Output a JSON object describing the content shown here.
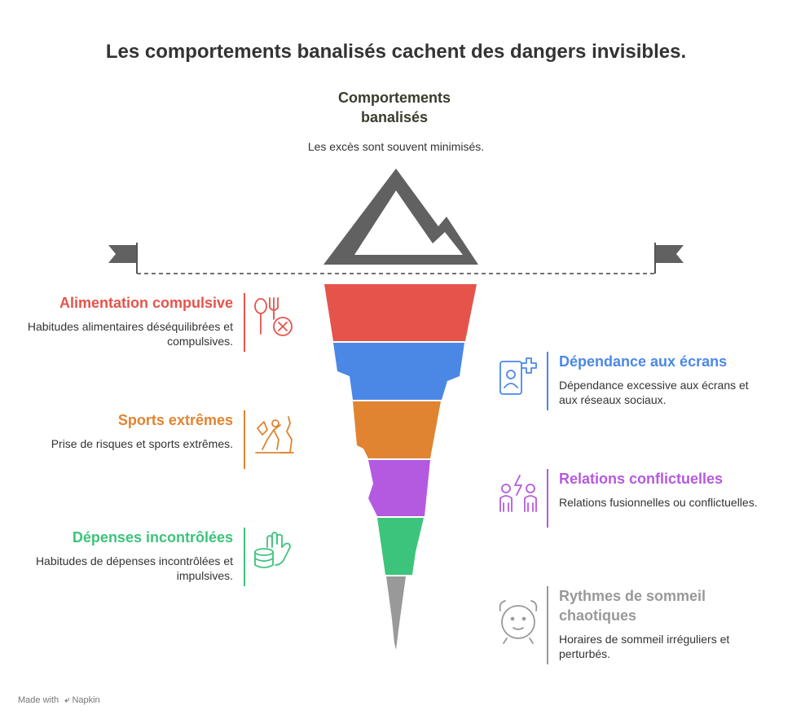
{
  "title": "Les comportements banalisés cachent des dangers invisibles.",
  "top": {
    "heading": "Comportements banalisés",
    "description": "Les excès sont souvent minimisés."
  },
  "colors": {
    "red": "#e5534b",
    "blue": "#4b88e6",
    "orange": "#e08431",
    "purple": "#b45ae0",
    "green": "#3cc47b",
    "gray": "#999999",
    "mountain": "#616161"
  },
  "left_items": [
    {
      "id": "alimentation",
      "title": "Alimentation compulsive",
      "description": "Habitudes alimentaires déséquilibrées et compulsives.",
      "color": "#e5534b",
      "icon": "fork-knife-cross-icon"
    },
    {
      "id": "sports",
      "title": "Sports extrêmes",
      "description": "Prise de risques et sports extrêmes.",
      "color": "#e08431",
      "icon": "climber-icon"
    },
    {
      "id": "depenses",
      "title": "Dépenses incontrôlées",
      "description": "Habitudes de dépenses incontrôlées et impulsives.",
      "color": "#3cc47b",
      "icon": "coins-hand-icon"
    }
  ],
  "right_items": [
    {
      "id": "ecrans",
      "title": "Dépendance aux écrans",
      "description": "Dépendance excessive aux écrans et aux réseaux sociaux.",
      "color": "#4b88e6",
      "icon": "phone-profile-plus-icon"
    },
    {
      "id": "relations",
      "title": "Relations conflictuelles",
      "description": "Relations fusionnelles ou conflictuelles.",
      "color": "#b45ae0",
      "icon": "two-people-lightning-icon"
    },
    {
      "id": "sommeil",
      "title": "Rythmes de sommeil chaotiques",
      "description": "Horaires de sommeil irréguliers et perturbés.",
      "color": "#999999",
      "icon": "alarm-clock-face-icon"
    }
  ],
  "footer": {
    "made_with": "Made with",
    "brand": "Napkin"
  }
}
